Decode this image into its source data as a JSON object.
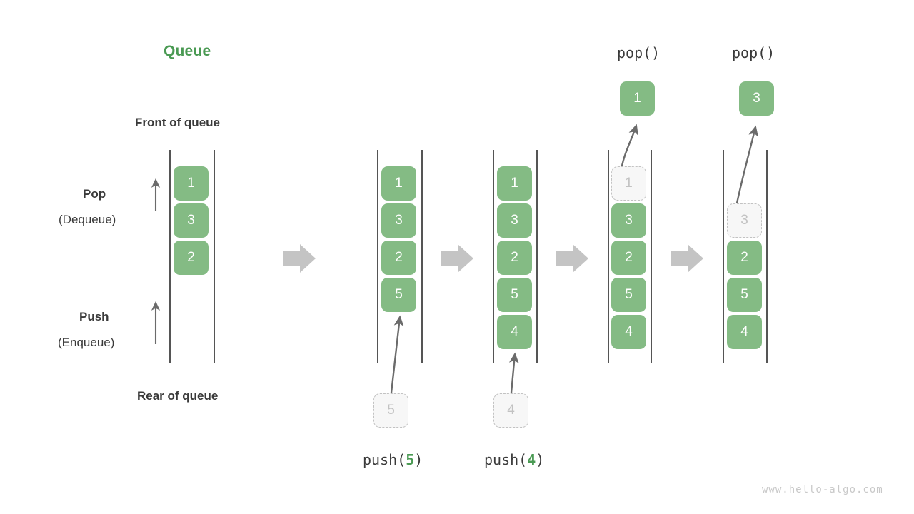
{
  "meta": {
    "title": "Queue",
    "title_color": "#4a9a53",
    "box_fill": "#84bb84",
    "box_text_color": "#ffffff",
    "ghost_fill": "#f7f7f7",
    "ghost_border": "#c2c2c2",
    "rail_color": "#555555",
    "flow_arrow_color": "#c4c4c4",
    "watermark": "www.hello-algo.com"
  },
  "labels": {
    "front_of_queue": "Front of queue",
    "rear_of_queue": "Rear of queue",
    "pop": "Pop",
    "pop_sub": "(Dequeue)",
    "push": "Push",
    "push_sub": "(Enqueue)"
  },
  "operations": {
    "push5_prefix": "push(",
    "push5_arg": "5",
    "push5_suffix": ")",
    "push4_prefix": "push(",
    "push4_arg": "4",
    "push4_suffix": ")",
    "pop_label_1": "pop()",
    "pop_label_2": "pop()"
  },
  "columns": [
    {
      "id": "initial",
      "caption": "",
      "cells": [
        {
          "value": "1",
          "state": "filled"
        },
        {
          "value": "3",
          "state": "filled"
        },
        {
          "value": "2",
          "state": "filled"
        }
      ],
      "incoming": null,
      "popped": null
    },
    {
      "id": "after-push-5",
      "caption": "push(5)",
      "cells": [
        {
          "value": "1",
          "state": "filled"
        },
        {
          "value": "3",
          "state": "filled"
        },
        {
          "value": "2",
          "state": "filled"
        },
        {
          "value": "5",
          "state": "filled"
        }
      ],
      "incoming": {
        "value": "5",
        "state": "ghost"
      },
      "popped": null
    },
    {
      "id": "after-push-4",
      "caption": "push(4)",
      "cells": [
        {
          "value": "1",
          "state": "filled"
        },
        {
          "value": "3",
          "state": "filled"
        },
        {
          "value": "2",
          "state": "filled"
        },
        {
          "value": "5",
          "state": "filled"
        },
        {
          "value": "4",
          "state": "filled"
        }
      ],
      "incoming": {
        "value": "4",
        "state": "ghost"
      },
      "popped": null
    },
    {
      "id": "after-pop-1",
      "caption": "pop()",
      "cells": [
        {
          "value": "1",
          "state": "ghost"
        },
        {
          "value": "3",
          "state": "filled"
        },
        {
          "value": "2",
          "state": "filled"
        },
        {
          "value": "5",
          "state": "filled"
        },
        {
          "value": "4",
          "state": "filled"
        }
      ],
      "incoming": null,
      "popped": {
        "value": "1",
        "state": "filled"
      }
    },
    {
      "id": "after-pop-3",
      "caption": "pop()",
      "cells": [
        {
          "value": "",
          "state": "empty"
        },
        {
          "value": "3",
          "state": "ghost"
        },
        {
          "value": "2",
          "state": "filled"
        },
        {
          "value": "5",
          "state": "filled"
        },
        {
          "value": "4",
          "state": "filled"
        }
      ],
      "incoming": null,
      "popped": {
        "value": "3",
        "state": "filled"
      }
    }
  ],
  "cell_values": {
    "c0_0": "1",
    "c0_1": "3",
    "c0_2": "2",
    "c1_0": "1",
    "c1_1": "3",
    "c1_2": "2",
    "c1_3": "5",
    "c2_0": "1",
    "c2_1": "3",
    "c2_2": "2",
    "c2_3": "5",
    "c2_4": "4",
    "c3_0": "1",
    "c3_1": "3",
    "c3_2": "2",
    "c3_3": "5",
    "c3_4": "4",
    "c4_1": "3",
    "c4_2": "2",
    "c4_3": "5",
    "c4_4": "4",
    "ghost_push5": "5",
    "ghost_push4": "4",
    "popped_1": "1",
    "popped_3": "3"
  }
}
